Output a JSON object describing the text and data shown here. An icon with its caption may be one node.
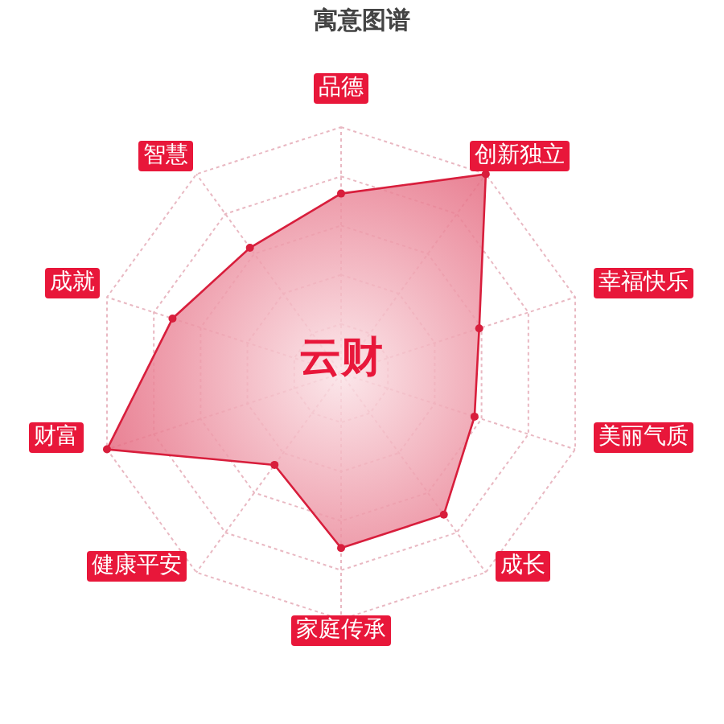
{
  "diagram": {
    "title": "寓意图谱",
    "labels": [
      "品德",
      "智慧",
      "创新独立",
      "成就",
      "幸福快乐",
      "云财",
      "财富",
      "美丽气质",
      "健康平安",
      "成长",
      "家庭传承"
    ]
  }
}
